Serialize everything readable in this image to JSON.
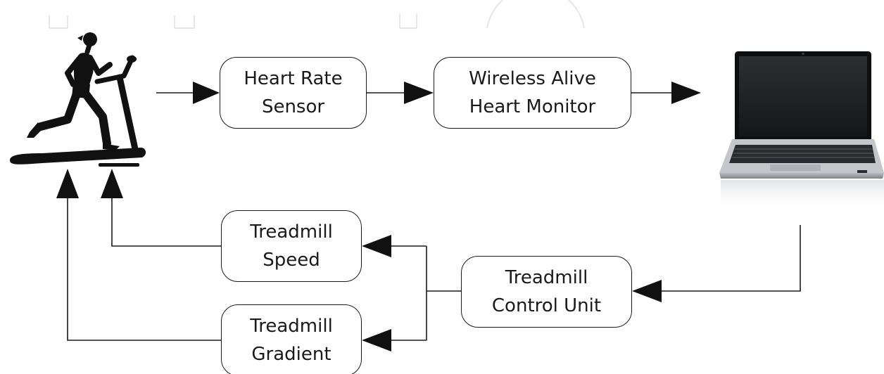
{
  "nodes": {
    "heart_rate_sensor": {
      "line1": "Heart Rate",
      "line2": "Sensor"
    },
    "wireless_alive_heart_monitor": {
      "line1": "Wireless Alive",
      "line2": "Heart Monitor"
    },
    "treadmill_speed": {
      "line1": "Treadmill",
      "line2": "Speed"
    },
    "treadmill_gradient": {
      "line1": "Treadmill",
      "line2": "Gradient"
    },
    "treadmill_control_unit": {
      "line1": "Treadmill",
      "line2": "Control Unit"
    }
  },
  "icons": {
    "runner": "runner-on-treadmill-icon",
    "laptop": "laptop-icon"
  },
  "colors": {
    "line": "#1a1a1a",
    "box_border": "#1a1a1a",
    "background": "#ffffff"
  }
}
